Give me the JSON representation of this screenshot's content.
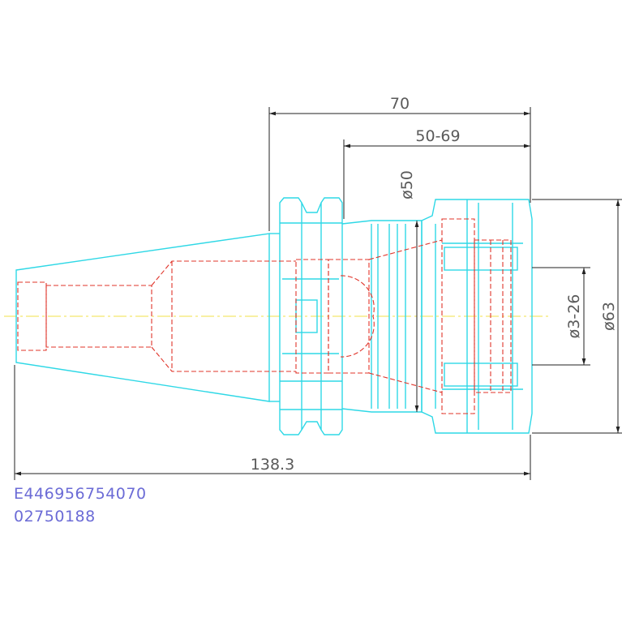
{
  "dimensions": {
    "length_top": "70",
    "clamp_range": "50-69",
    "dia_50": "ø50",
    "dia_range": "ø3-26",
    "dia_63": "ø63",
    "total_length": "138.3"
  },
  "part_codes": {
    "line1": "E446956754070",
    "line2": "02750188"
  },
  "colors": {
    "outline": "#2fd8e6",
    "hidden_lines": "#e0342a",
    "dimension": "#222222",
    "centerline": "#f2e14a",
    "code_text": "#6b6bd6"
  }
}
